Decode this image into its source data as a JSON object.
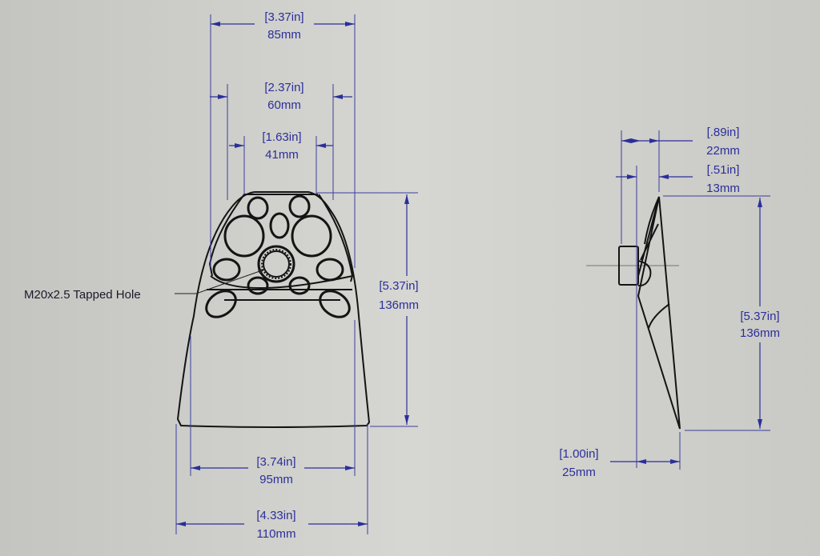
{
  "front_view": {
    "dims": {
      "top_width": {
        "in": "[3.37in]",
        "mm": "85mm"
      },
      "mid_width": {
        "in": "[2.37in]",
        "mm": "60mm"
      },
      "inner_width": {
        "in": "[1.63in]",
        "mm": "41mm"
      },
      "height": {
        "in": "[5.37in]",
        "mm": "136mm"
      },
      "lower_width": {
        "in": "[3.74in]",
        "mm": "95mm"
      },
      "bottom_width": {
        "in": "[4.33in]",
        "mm": "110mm"
      }
    },
    "callout": "M20x2.5 Tapped Hole"
  },
  "side_view": {
    "dims": {
      "depth": {
        "in": "[.89in]",
        "mm": "22mm"
      },
      "boss": {
        "in": "[.51in]",
        "mm": "13mm"
      },
      "height": {
        "in": "[5.37in]",
        "mm": "136mm"
      },
      "base_depth": {
        "in": "[1.00in]",
        "mm": "25mm"
      }
    }
  },
  "colors": {
    "dimension": "#2b2f9a",
    "geometry": "#141414",
    "paper": "#cfcfcb"
  }
}
